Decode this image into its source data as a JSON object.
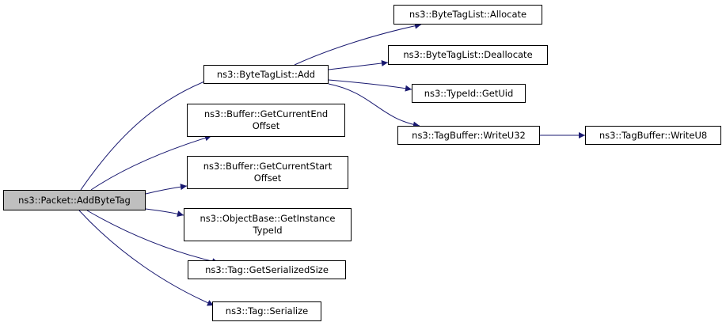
{
  "graph": {
    "edge_color": "#191970",
    "root_fill": "#bfbfbf",
    "nodes": {
      "add_byte_tag": {
        "lines": [
          "ns3::Packet::AddByteTag"
        ]
      },
      "byte_tag_list_add": {
        "lines": [
          "ns3::ByteTagList::Add"
        ]
      },
      "get_current_end_offset": {
        "lines": [
          "ns3::Buffer::GetCurrentEnd",
          "Offset"
        ]
      },
      "get_current_start_offset": {
        "lines": [
          "ns3::Buffer::GetCurrentStart",
          "Offset"
        ]
      },
      "get_instance_type_id": {
        "lines": [
          "ns3::ObjectBase::GetInstance",
          "TypeId"
        ]
      },
      "get_serialized_size": {
        "lines": [
          "ns3::Tag::GetSerializedSize"
        ]
      },
      "tag_serialize": {
        "lines": [
          "ns3::Tag::Serialize"
        ]
      },
      "byte_tag_list_allocate": {
        "lines": [
          "ns3::ByteTagList::Allocate"
        ]
      },
      "byte_tag_list_deallocate": {
        "lines": [
          "ns3::ByteTagList::Deallocate"
        ]
      },
      "type_id_get_uid": {
        "lines": [
          "ns3::TypeId::GetUid"
        ]
      },
      "tag_buffer_write_u32": {
        "lines": [
          "ns3::TagBuffer::WriteU32"
        ]
      },
      "tag_buffer_write_u8": {
        "lines": [
          "ns3::TagBuffer::WriteU8"
        ]
      }
    },
    "edges": [
      [
        "add_byte_tag",
        "byte_tag_list_add"
      ],
      [
        "add_byte_tag",
        "get_current_end_offset"
      ],
      [
        "add_byte_tag",
        "get_current_start_offset"
      ],
      [
        "add_byte_tag",
        "get_instance_type_id"
      ],
      [
        "add_byte_tag",
        "get_serialized_size"
      ],
      [
        "add_byte_tag",
        "tag_serialize"
      ],
      [
        "byte_tag_list_add",
        "byte_tag_list_allocate"
      ],
      [
        "byte_tag_list_add",
        "byte_tag_list_deallocate"
      ],
      [
        "byte_tag_list_add",
        "type_id_get_uid"
      ],
      [
        "byte_tag_list_add",
        "tag_buffer_write_u32"
      ],
      [
        "tag_buffer_write_u32",
        "tag_buffer_write_u8"
      ]
    ]
  }
}
